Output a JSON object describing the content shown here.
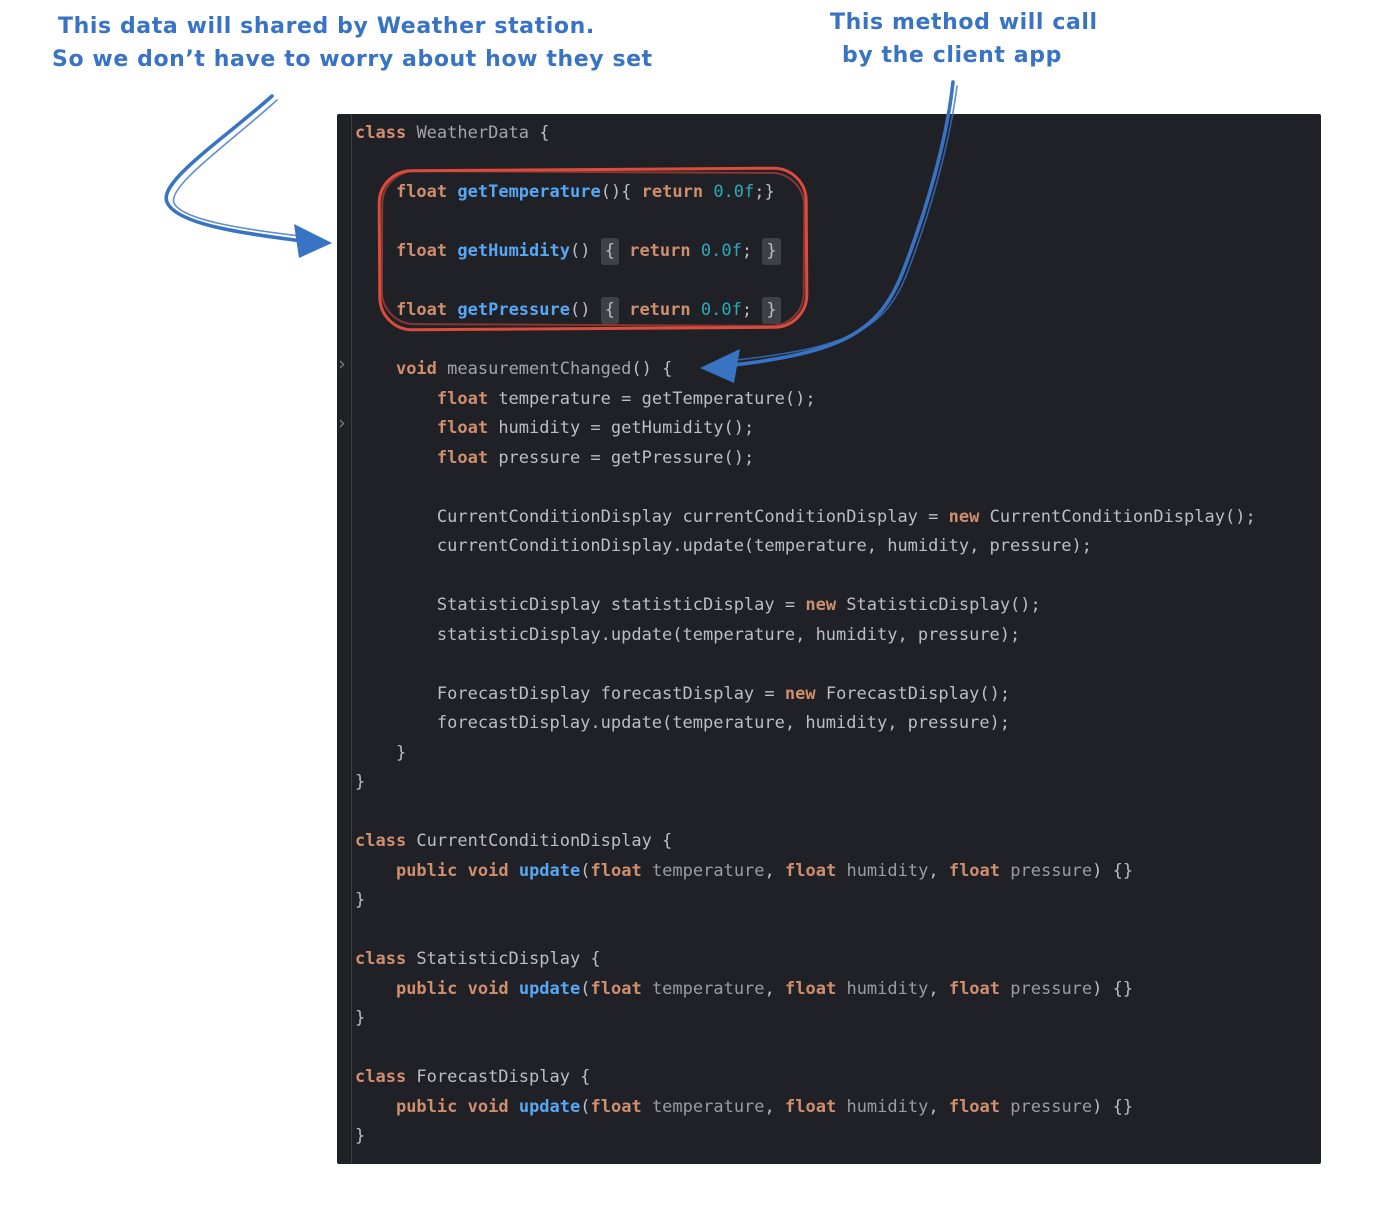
{
  "annotations": {
    "ink_color": "#3873C4",
    "ring_color": "#DC4B3B",
    "left_note": {
      "line1": "This data will shared by Weather station.",
      "line2": "So we don’t have to worry about how they set"
    },
    "right_note": {
      "line1": "This method will call",
      "line2": "by the client app"
    }
  },
  "editor": {
    "language": "java",
    "fold_chevron": "›",
    "colors": {
      "bg": "#202126",
      "gutter": "#3a3d42",
      "chevron": "#7a7e85",
      "kw": "#CF8E6D",
      "fn": "#56A8F5",
      "num": "#2AACB8",
      "d": "#BCBEC4",
      "decl": "#A1A5AB",
      "param": "#989CA3",
      "hlbox": "#3E4247",
      "ink": "#3873C4",
      "ring": "#DC4B3B"
    },
    "lines": [
      {
        "segs": [
          [
            "class",
            "kw"
          ],
          [
            " ",
            "d"
          ],
          [
            "WeatherData",
            "decl"
          ],
          [
            " {",
            "d"
          ]
        ]
      },
      {
        "segs": []
      },
      {
        "segs": [
          [
            "    ",
            "d"
          ],
          [
            "float",
            "kw"
          ],
          [
            " ",
            "d"
          ],
          [
            "getTemperature",
            "fn"
          ],
          [
            "(){ ",
            "d"
          ],
          [
            "return",
            "kw"
          ],
          [
            " ",
            "d"
          ],
          [
            "0.0f",
            "num"
          ],
          [
            ";}",
            "d"
          ]
        ]
      },
      {
        "segs": []
      },
      {
        "segs": [
          [
            "    ",
            "d"
          ],
          [
            "float",
            "kw"
          ],
          [
            " ",
            "d"
          ],
          [
            "getHumidity",
            "fn"
          ],
          [
            "() ",
            "d"
          ],
          [
            "{",
            "d",
            "hl"
          ],
          [
            " ",
            "d"
          ],
          [
            "return",
            "kw"
          ],
          [
            " ",
            "d"
          ],
          [
            "0.0f",
            "num"
          ],
          [
            "; ",
            "d"
          ],
          [
            "}",
            "d",
            "hl"
          ]
        ]
      },
      {
        "segs": []
      },
      {
        "segs": [
          [
            "    ",
            "d"
          ],
          [
            "float",
            "kw"
          ],
          [
            " ",
            "d"
          ],
          [
            "getPressure",
            "fn"
          ],
          [
            "() ",
            "d"
          ],
          [
            "{",
            "d",
            "hl"
          ],
          [
            " ",
            "d"
          ],
          [
            "return",
            "kw"
          ],
          [
            " ",
            "d"
          ],
          [
            "0.0f",
            "num"
          ],
          [
            "; ",
            "d"
          ],
          [
            "}",
            "d",
            "hl"
          ]
        ]
      },
      {
        "segs": []
      },
      {
        "segs": [
          [
            "    ",
            "d"
          ],
          [
            "void",
            "kw"
          ],
          [
            " ",
            "d"
          ],
          [
            "measurementChanged",
            "decl"
          ],
          [
            "() {",
            "d"
          ]
        ]
      },
      {
        "segs": [
          [
            "        ",
            "d"
          ],
          [
            "float",
            "kw"
          ],
          [
            " temperature = getTemperature();",
            "d"
          ]
        ]
      },
      {
        "segs": [
          [
            "        ",
            "d"
          ],
          [
            "float",
            "kw"
          ],
          [
            " humidity = getHumidity();",
            "d"
          ]
        ]
      },
      {
        "segs": [
          [
            "        ",
            "d"
          ],
          [
            "float",
            "kw"
          ],
          [
            " pressure = getPressure();",
            "d"
          ]
        ]
      },
      {
        "segs": []
      },
      {
        "segs": [
          [
            "        CurrentConditionDisplay currentConditionDisplay = ",
            "d"
          ],
          [
            "new",
            "kw"
          ],
          [
            " CurrentConditionDisplay();",
            "d"
          ]
        ]
      },
      {
        "segs": [
          [
            "        currentConditionDisplay.update(temperature, humidity, pressure);",
            "d"
          ]
        ]
      },
      {
        "segs": []
      },
      {
        "segs": [
          [
            "        StatisticDisplay statisticDisplay = ",
            "d"
          ],
          [
            "new",
            "kw"
          ],
          [
            " StatisticDisplay();",
            "d"
          ]
        ]
      },
      {
        "segs": [
          [
            "        statisticDisplay.update(temperature, humidity, pressure);",
            "d"
          ]
        ]
      },
      {
        "segs": []
      },
      {
        "segs": [
          [
            "        ForecastDisplay forecastDisplay = ",
            "d"
          ],
          [
            "new",
            "kw"
          ],
          [
            " ForecastDisplay();",
            "d"
          ]
        ]
      },
      {
        "segs": [
          [
            "        forecastDisplay.update(temperature, humidity, pressure);",
            "d"
          ]
        ]
      },
      {
        "segs": [
          [
            "    }",
            "d"
          ]
        ]
      },
      {
        "segs": [
          [
            "}",
            "d"
          ]
        ]
      },
      {
        "segs": []
      },
      {
        "segs": [
          [
            "class",
            "kw"
          ],
          [
            " CurrentConditionDisplay {",
            "d"
          ]
        ]
      },
      {
        "segs": [
          [
            "    ",
            "d"
          ],
          [
            "public",
            "kw"
          ],
          [
            " ",
            "d"
          ],
          [
            "void",
            "kw"
          ],
          [
            " ",
            "d"
          ],
          [
            "update",
            "fn"
          ],
          [
            "(",
            "d"
          ],
          [
            "float",
            "kw"
          ],
          [
            " ",
            "d"
          ],
          [
            "temperature",
            "param"
          ],
          [
            ", ",
            "d"
          ],
          [
            "float",
            "kw"
          ],
          [
            " ",
            "d"
          ],
          [
            "humidity",
            "param"
          ],
          [
            ", ",
            "d"
          ],
          [
            "float",
            "kw"
          ],
          [
            " ",
            "d"
          ],
          [
            "pressure",
            "param"
          ],
          [
            ") {}",
            "d"
          ]
        ]
      },
      {
        "segs": [
          [
            "}",
            "d"
          ]
        ]
      },
      {
        "segs": []
      },
      {
        "segs": [
          [
            "class",
            "kw"
          ],
          [
            " StatisticDisplay {",
            "d"
          ]
        ]
      },
      {
        "segs": [
          [
            "    ",
            "d"
          ],
          [
            "public",
            "kw"
          ],
          [
            " ",
            "d"
          ],
          [
            "void",
            "kw"
          ],
          [
            " ",
            "d"
          ],
          [
            "update",
            "fn"
          ],
          [
            "(",
            "d"
          ],
          [
            "float",
            "kw"
          ],
          [
            " ",
            "d"
          ],
          [
            "temperature",
            "param"
          ],
          [
            ", ",
            "d"
          ],
          [
            "float",
            "kw"
          ],
          [
            " ",
            "d"
          ],
          [
            "humidity",
            "param"
          ],
          [
            ", ",
            "d"
          ],
          [
            "float",
            "kw"
          ],
          [
            " ",
            "d"
          ],
          [
            "pressure",
            "param"
          ],
          [
            ") {}",
            "d"
          ]
        ]
      },
      {
        "segs": [
          [
            "}",
            "d"
          ]
        ]
      },
      {
        "segs": []
      },
      {
        "segs": [
          [
            "class",
            "kw"
          ],
          [
            " ForecastDisplay {",
            "d"
          ]
        ]
      },
      {
        "segs": [
          [
            "    ",
            "d"
          ],
          [
            "public",
            "kw"
          ],
          [
            " ",
            "d"
          ],
          [
            "void",
            "kw"
          ],
          [
            " ",
            "d"
          ],
          [
            "update",
            "fn"
          ],
          [
            "(",
            "d"
          ],
          [
            "float",
            "kw"
          ],
          [
            " ",
            "d"
          ],
          [
            "temperature",
            "param"
          ],
          [
            ", ",
            "d"
          ],
          [
            "float",
            "kw"
          ],
          [
            " ",
            "d"
          ],
          [
            "humidity",
            "param"
          ],
          [
            ", ",
            "d"
          ],
          [
            "float",
            "kw"
          ],
          [
            " ",
            "d"
          ],
          [
            "pressure",
            "param"
          ],
          [
            ") {}",
            "d"
          ]
        ]
      },
      {
        "segs": [
          [
            "}",
            "d"
          ]
        ]
      }
    ]
  }
}
